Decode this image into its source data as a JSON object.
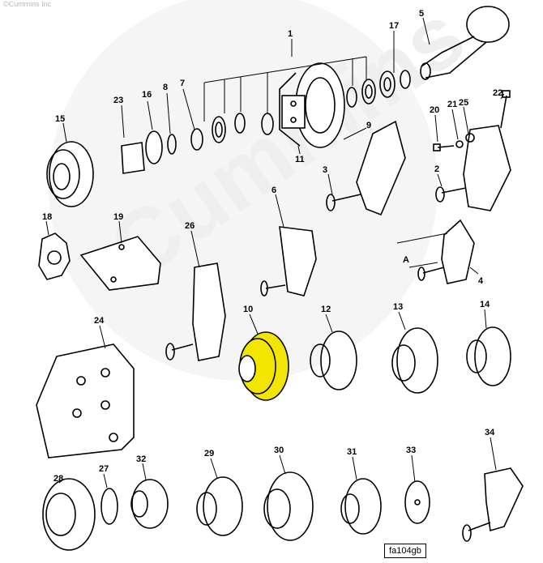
{
  "copyright": "©Cummins Inc",
  "watermark": "Cummins",
  "figure_id": "fa104gb",
  "highlight_color": "#f2e600",
  "callouts": [
    "1",
    "17",
    "5",
    "23",
    "16",
    "8",
    "7",
    "9",
    "11",
    "15",
    "20",
    "21",
    "25",
    "22",
    "3",
    "2",
    "18",
    "19",
    "26",
    "6",
    "4",
    "10",
    "12",
    "13",
    "14",
    "24",
    "29",
    "30",
    "31",
    "33",
    "34",
    "28",
    "27",
    "32"
  ],
  "dimension_label": "A"
}
